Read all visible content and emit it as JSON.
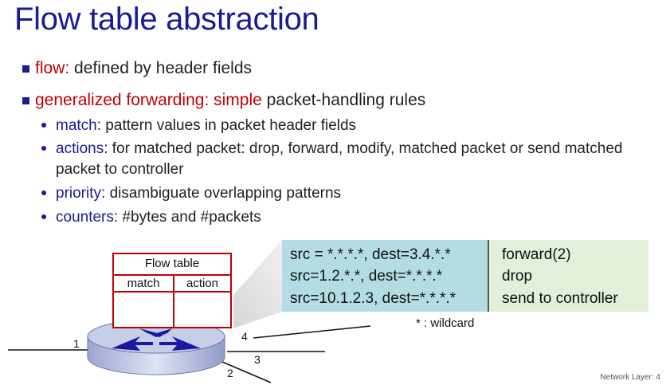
{
  "title": "Flow table abstraction",
  "bullets": [
    {
      "colored": "flow:",
      "rest": " defined by header fields"
    },
    {
      "colored": "generalized forwarding: simple",
      "rest": " packet-handling rules"
    }
  ],
  "sub_bullets": [
    {
      "colored": "match",
      "rest": ": pattern values in packet header fields"
    },
    {
      "colored": "actions:",
      "rest": " for matched packet: drop, forward, modify, matched packet or send matched packet to controller"
    },
    {
      "colored": "priority:",
      "rest": " disambiguate overlapping patterns"
    },
    {
      "colored": "counters",
      "rest": ": #bytes and #packets"
    }
  ],
  "flow_table": {
    "title": "Flow table",
    "col_match": "match",
    "col_action": "action"
  },
  "rules": [
    {
      "match": "src = *.*.*.*, dest=3.4.*.*",
      "action": "forward(2)"
    },
    {
      "match": "src=1.2.*.*, dest=*.*.*.*",
      "action": "drop"
    },
    {
      "match": "src=10.1.2.3, dest=*.*.*.*",
      "action": "send to controller"
    }
  ],
  "wildcard_note": "* : wildcard",
  "ports": [
    "1",
    "2",
    "3",
    "4"
  ],
  "footer": "Network Layer: 4",
  "colors": {
    "title": "#1a1a96",
    "red": "#c00000",
    "match_bg": "#b4dde3",
    "action_bg": "#e2efd9"
  }
}
